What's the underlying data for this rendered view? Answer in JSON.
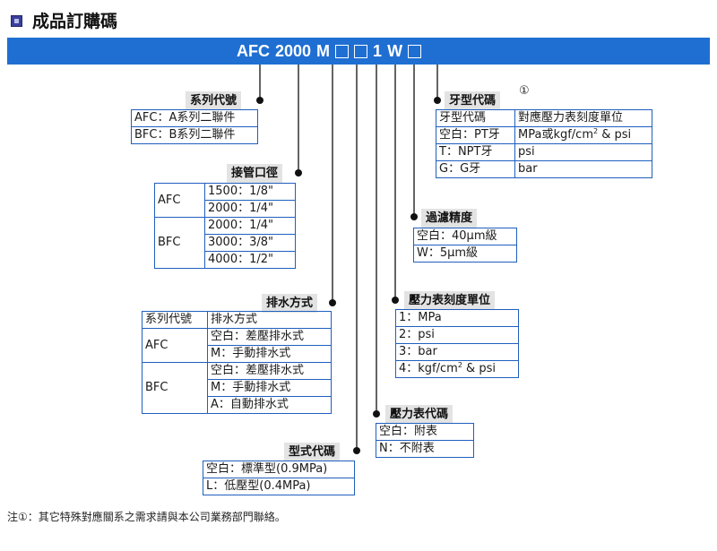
{
  "title": "成品訂購碼",
  "model_code": [
    "AFC",
    "2000",
    "M",
    "1",
    "W"
  ],
  "series": {
    "label": "系列代號",
    "rows": [
      [
        "AFC：A系列二聯件"
      ],
      [
        "BFC：B系列二聯件"
      ]
    ]
  },
  "port": {
    "label": "接管口徑",
    "groups": [
      {
        "name": "AFC",
        "items": [
          "1500：1/8\"",
          "2000：1/4\""
        ]
      },
      {
        "name": "BFC",
        "items": [
          "2000：1/4\"",
          "3000：3/8\"",
          "4000：1/2\""
        ]
      }
    ]
  },
  "drain": {
    "label": "排水方式",
    "header": [
      "系列代號",
      "排水方式"
    ],
    "groups": [
      {
        "name": "AFC",
        "items": [
          "空白：差壓排水式",
          "M：手動排水式"
        ]
      },
      {
        "name": "BFC",
        "items": [
          "空白：差壓排水式",
          "M：手動排水式",
          "A：自動排水式"
        ]
      }
    ]
  },
  "model_type": {
    "label": "型式代碼",
    "rows": [
      "空白：標準型(0.9MPa)",
      "L：低壓型(0.4MPa)"
    ]
  },
  "gauge": {
    "label": "壓力表代碼",
    "rows": [
      "空白：附表",
      "N：不附表"
    ]
  },
  "gauge_unit": {
    "label": "壓力表刻度單位",
    "rows": [
      "1：MPa",
      "2：psi",
      "3：bar",
      "4：kgf/cm",
      "² & psi"
    ]
  },
  "filter": {
    "label": "過濾精度",
    "rows": [
      "空白：40μm級",
      "W：5μm級"
    ]
  },
  "thread": {
    "label": "牙型代碼",
    "mark": "①",
    "header": [
      "牙型代碼",
      "對應壓力表刻度單位"
    ],
    "rows": [
      [
        "空白：PT牙",
        "MPa或kgf/cm",
        "² & psi"
      ],
      [
        "T：NPT牙",
        "psi",
        ""
      ],
      [
        "G：G牙",
        "bar",
        ""
      ]
    ]
  },
  "note": "注①：其它特殊對應關系之需求請與本公司業務部門聯絡。",
  "colors": {
    "bar": "#1f6fd2",
    "border": "#1f5fbf",
    "label_bg": "#e3e3e3"
  }
}
